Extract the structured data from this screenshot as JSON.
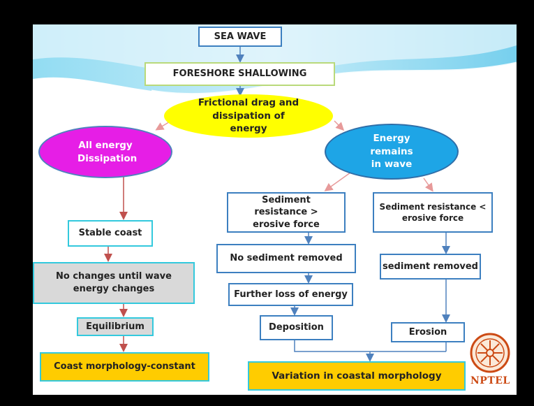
{
  "nodes": {
    "sea_wave": "SEA WAVE",
    "foreshore_shallowing": "FORESHORE SHALLOWING",
    "frictional_drag": "Frictional drag and dissipation of energy",
    "all_energy_dissipation": "All energy Dissipation",
    "energy_remains": "Energy remains in wave",
    "stable_coast": "Stable coast",
    "no_changes": "No changes until wave energy changes",
    "equilibrium": "Equilibrium",
    "coast_constant": "Coast morphology-constant",
    "sediment_resistance_gt": "Sediment resistance > erosive force",
    "no_sediment_removed": "No sediment removed",
    "further_loss": "Further loss of  energy",
    "deposition": "Deposition",
    "sediment_resistance_lt": "Sediment resistance < erosive force",
    "sediment_removed": "sediment removed",
    "erosion": "Erosion",
    "variation": "Variation in coastal morphology"
  },
  "logo": {
    "name": "nptel-logo-icon",
    "text": "NPTEL"
  },
  "colors": {
    "magenta_ellipse": "#e61ee6",
    "yellow_ellipse": "#ffff00",
    "blue_ellipse": "#1ea5e6",
    "result_box": "#ffcc00",
    "gray_box": "#d9d9d9",
    "red_arrow": "#c0504d",
    "blue_arrow": "#4f81bd",
    "pink_arrow": "#e79a9a"
  }
}
